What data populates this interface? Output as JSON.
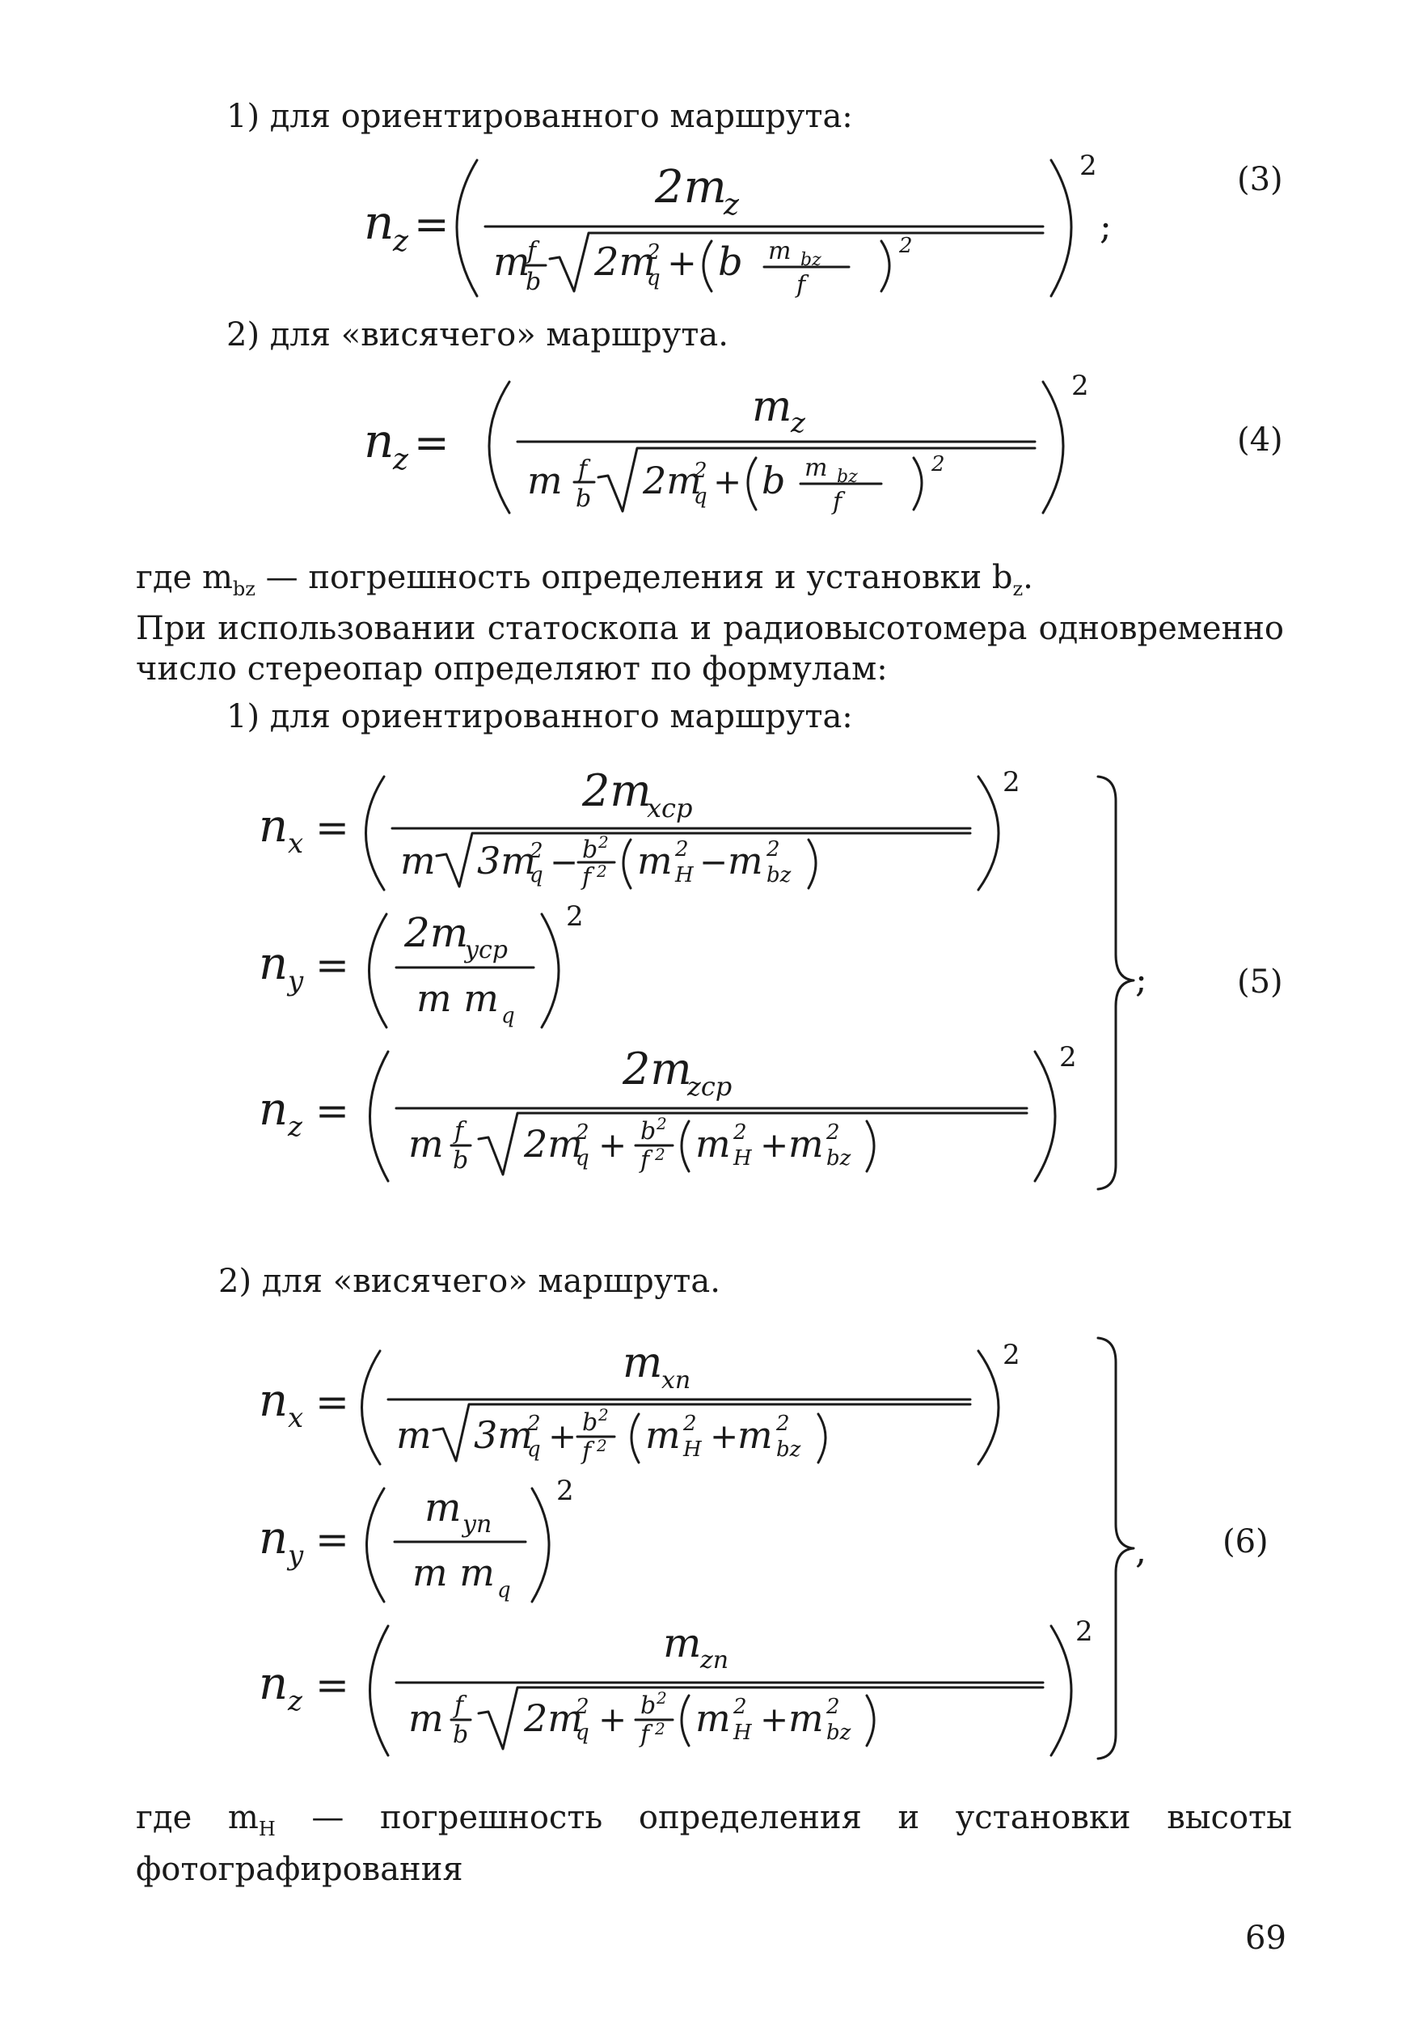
{
  "text": {
    "line_oriented_1": "1) для ориентированного маршрута:",
    "line_hanging_1": "2) для «висячего» маршрута.",
    "where_mbz_prefix": "где m",
    "where_mbz_sub": "bz",
    "where_mbz_rest": " — погрешность определения и установки b",
    "where_mbz_sub2": "z",
    "where_mbz_end": ".",
    "para_statoscope": "При использовании статоскопа и радиовысотомера одновременно число стереопар определяют по формулам:",
    "line_oriented_2": "1) для ориентированного маршрута:",
    "line_hanging_2": "2) для «висячего» маршрута.",
    "where_mh": "где m",
    "where_mh_sub": "H",
    "where_mh_rest": " — погрешность определения и установки высоты фотографирования",
    "page_number": "69"
  },
  "equations": {
    "eq3_number": "(3)",
    "eq4_number": "(4)",
    "eq5_number": "(5)",
    "eq6_number": "(6)",
    "eq3_numerator": "2m",
    "eq3_numerator_sub": "z",
    "eq4_numerator": "m",
    "eq4_numerator_sub": "z",
    "eq5_x_numerator": "2m",
    "eq5_x_numerator_sub": "xср",
    "eq5_y_numerator": "2m",
    "eq5_y_numerator_sub": "yср",
    "eq5_z_numerator": "2m",
    "eq5_z_numerator_sub": "zср",
    "eq6_x_numerator": "m",
    "eq6_x_numerator_sub": "xn",
    "eq6_y_numerator": "m",
    "eq6_y_numerator_sub": "yn",
    "eq6_z_numerator": "m",
    "eq6_z_numerator_sub": "zn",
    "lhs_n": "n",
    "sub_x": "x",
    "sub_y": "y",
    "sub_z": "z",
    "sup_2": "2",
    "semicolon": ";",
    "comma": ","
  }
}
